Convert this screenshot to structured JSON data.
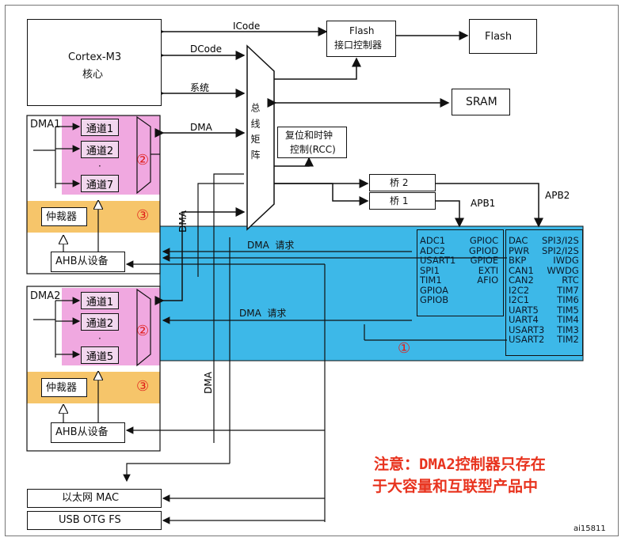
{
  "blocks": {
    "cortex_line1": "Cortex-M3",
    "cortex_line2": "核心",
    "flash_ctrl_line1": "Flash",
    "flash_ctrl_line2": "接口控制器",
    "flash": "Flash",
    "sram": "SRAM",
    "rcc_line1": "复位和时钟",
    "rcc_line2": "控制(RCC)",
    "bridge2": "桥 2",
    "bridge1": "桥 1",
    "bus_matrix": "总 线 矩 阵",
    "eth_mac": "以太网 MAC",
    "usb_otg": "USB OTG FS"
  },
  "buses": {
    "icode": "ICode",
    "dcode": "DCode",
    "system": "系统",
    "dma": "DMA",
    "apb1": "APB1",
    "apb2": "APB2",
    "dma_vertical_1": "DMA",
    "dma_vertical_2": "DMA"
  },
  "dma1": {
    "title": "DMA1",
    "channels": [
      "通道1",
      "通道2",
      "通道7"
    ],
    "arbiter": "仲裁器",
    "ahb_slave": "AHB从设备"
  },
  "dma2": {
    "title": "DMA2",
    "channels": [
      "通道1",
      "通道2",
      "通道5"
    ],
    "arbiter": "仲裁器",
    "ahb_slave": "AHB从设备"
  },
  "dma_requests": [
    "DMA  请求",
    "DMA  请求"
  ],
  "markers": {
    "one": "①",
    "two_a": "②",
    "two_b": "②",
    "three_a": "③",
    "three_b": "③"
  },
  "apb1_peripherals": {
    "left": "ADC1\nADC2\nUSART1\nSPI1\nTIM1\nGPIOA\nGPIOB",
    "right": "GPIOC\nGPIOD\nGPIOE\nEXTI\nAFIO"
  },
  "apb2_peripherals": {
    "left": "DAC\nPWR\nBKP\nCAN1\nCAN2\nI2C2\nI2C1\nUART5\nUART4\nUSART3\nUSART2",
    "right": "SPI3/I2S\nSPI2/I2S\nIWDG\nWWDG\nRTC\nTIM7\nTIM6\nTIM5\nTIM4\nTIM3\nTIM2"
  },
  "note_line1": "注意：DMA2控制器只存在",
  "note_line2": "于大容量和互联型产品中",
  "figure_id": "ai15811",
  "colors": {
    "peripheral_blue": "#3db8e8",
    "channel_pink": "#f0a8e0",
    "arbiter_yellow": "#f6c56a",
    "note_red": "#e8331e"
  }
}
